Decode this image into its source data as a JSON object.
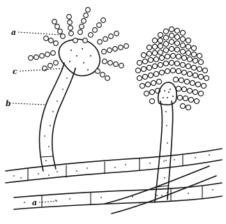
{
  "figure": {
    "labels": {
      "a_top": "a",
      "c": "c",
      "b": "b",
      "a_bottom": "a"
    }
  },
  "colors": {
    "ink": "#111111",
    "paper": "#ffffff"
  }
}
